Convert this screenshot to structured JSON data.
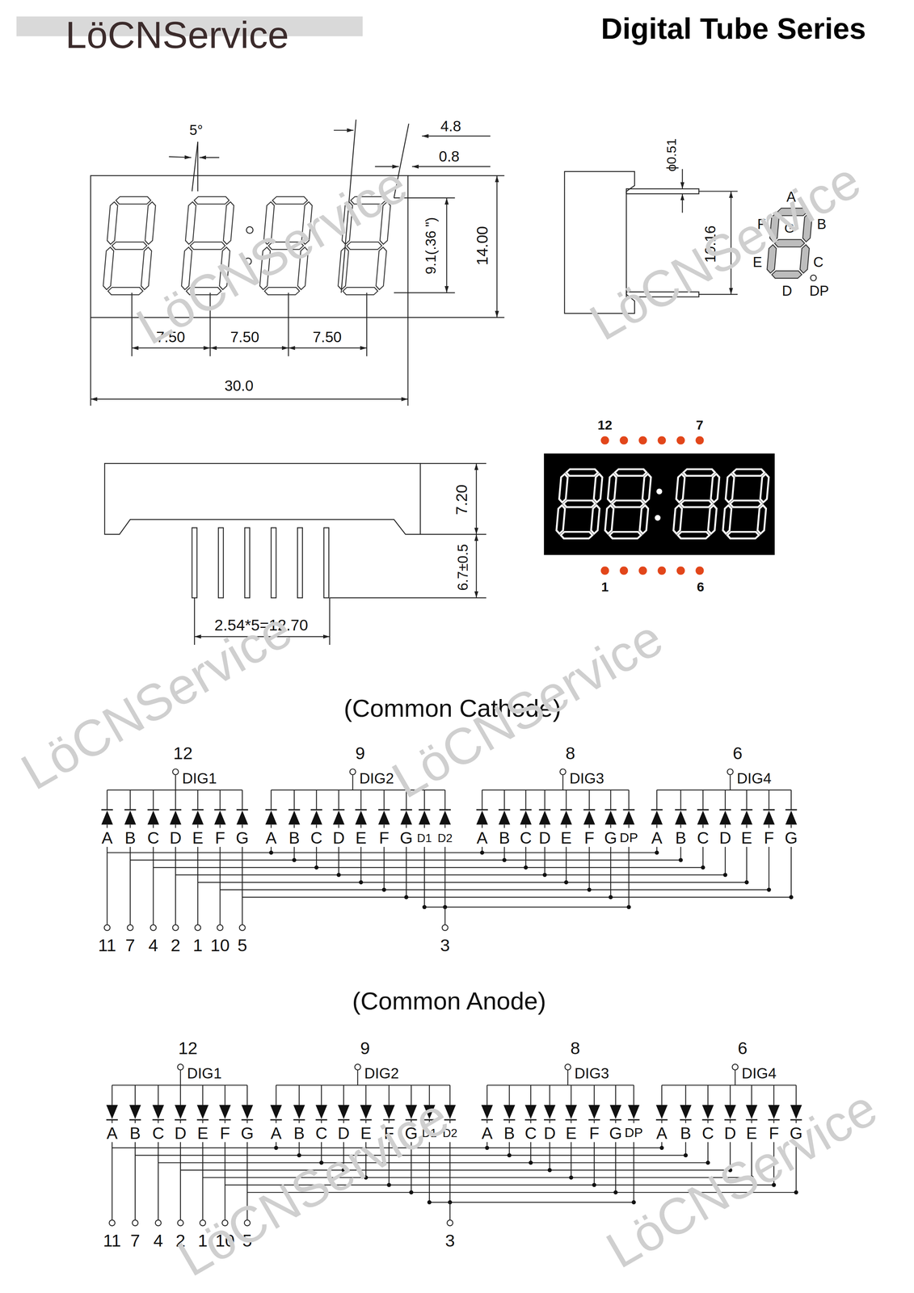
{
  "diagram": {
    "title": "Digital Tube Series",
    "labels": [
      "LöCNService",
      "5°",
      "4.8",
      "0.8",
      "9.1(.36 \")",
      "14.00",
      "7.50",
      "7.50",
      "7.50",
      "30.0",
      "ϕ0.51",
      "10.16",
      "A",
      "F",
      "G",
      "B",
      "E",
      "C",
      "D",
      "DP",
      "7.20",
      "6.7±0.5",
      "2.54*5=12.70",
      "12",
      "7",
      "1",
      "6",
      "(Common Cathode)",
      "12",
      "DIG1",
      "9",
      "DIG2",
      "8",
      "DIG3",
      "6",
      "DIG4",
      "A",
      "B",
      "C",
      "D",
      "E",
      "F",
      "G",
      "A",
      "B",
      "C",
      "D",
      "E",
      "F",
      "G",
      "D1",
      "D2",
      "A",
      "B",
      "C",
      "D",
      "E",
      "F",
      "G",
      "DP",
      "A",
      "B",
      "C",
      "D",
      "E",
      "F",
      "G",
      "11",
      "7",
      "4",
      "2",
      "1",
      "10",
      "5",
      "3",
      "(Common Anode)",
      "12",
      "DIG1",
      "9",
      "DIG2",
      "8",
      "DIG3",
      "6",
      "DIG4",
      "A",
      "B",
      "C",
      "D",
      "E",
      "F",
      "G",
      "A",
      "B",
      "C",
      "D",
      "E",
      "F",
      "G",
      "D1",
      "D2",
      "A",
      "B",
      "C",
      "D",
      "E",
      "F",
      "G",
      "DP",
      "A",
      "B",
      "C",
      "D",
      "E",
      "F",
      "G",
      "11",
      "7",
      "4",
      "2",
      "1",
      "10",
      "5",
      "3",
      "LöCNService",
      "LöCNService",
      "LöCNService",
      "LöCNService",
      "LöCNService",
      "LöCNService"
    ]
  }
}
